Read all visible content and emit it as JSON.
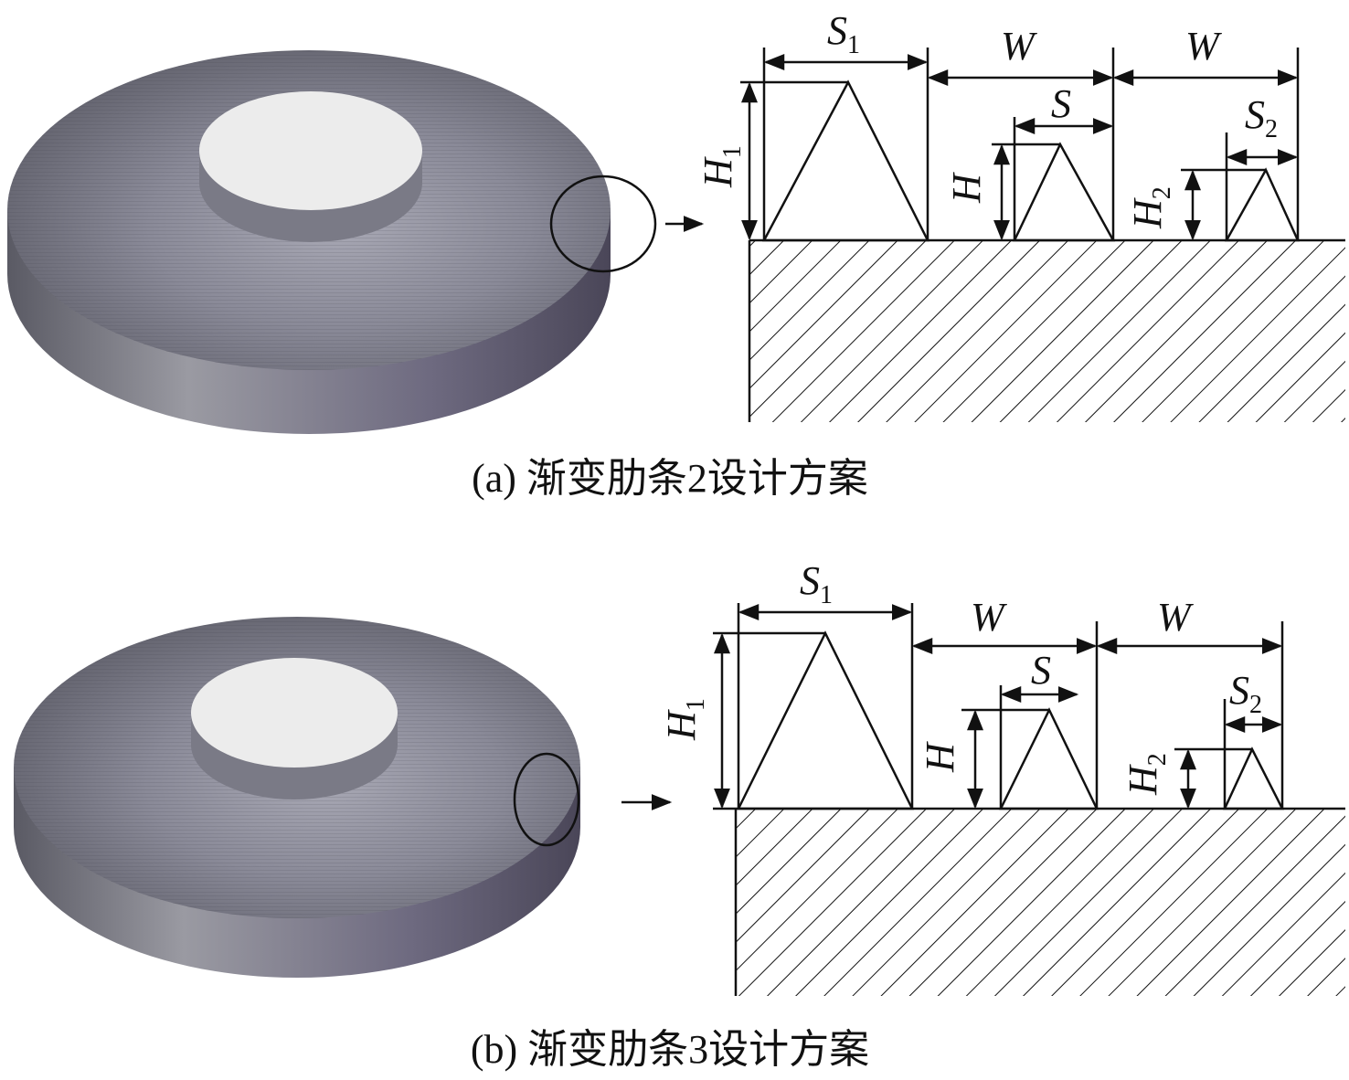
{
  "panels": [
    {
      "caption": "(a) 渐变肋条2设计方案",
      "labels": {
        "S1": "S",
        "S1_sub": "1",
        "W1": "W",
        "W2": "W",
        "S": "S",
        "S2": "S",
        "S2_sub": "2",
        "H1": "H",
        "H1_sub": "1",
        "H": "H",
        "H2": "H",
        "H2_sub": "2"
      }
    },
    {
      "caption": "(b) 渐变肋条3设计方案",
      "labels": {
        "S1": "S",
        "S1_sub": "1",
        "W1": "W",
        "W2": "W",
        "S": "S",
        "S2": "S",
        "S2_sub": "2",
        "H1": "H",
        "H1_sub": "1",
        "H": "H",
        "H2": "H",
        "H2_sub": "2"
      }
    }
  ],
  "colors": {
    "disk_dark": "#4a4a58",
    "disk_light": "#b8b8c0",
    "boss_top": "#ececec",
    "line": "#111111"
  }
}
